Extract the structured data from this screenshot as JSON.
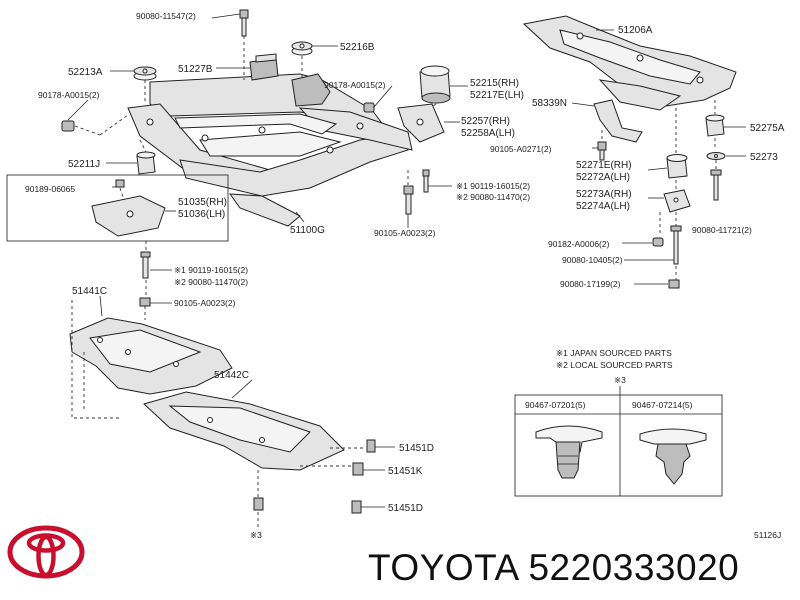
{
  "brand": {
    "name": "TOYOTA",
    "part_number": "5220333020"
  },
  "diagram_code": "51126J",
  "labels": {
    "l90080_11547": "90080-11547(2)",
    "l52216B": "52216B",
    "l52213A": "52213A",
    "l51227B": "51227B",
    "l90178_left": "90178-A0015(2)",
    "l90178_right": "90178-A0015(2)",
    "l52215": "52215(RH)",
    "l52217E": "52217E(LH)",
    "l52257": "52257(RH)",
    "l52258A": "52258A(LH)",
    "l52211J": "52211J",
    "l90189": "90189-06065",
    "l51035": "51035(RH)",
    "l51036": "51036(LH)",
    "l51100G": "51100G",
    "l90105_mid": "90105-A0023(2)",
    "l90119_mid": "※1 90119-16015(2)",
    "l90080_11470_mid": "※2 90080-11470(2)",
    "l90119_low": "※1 90119-16015(2)",
    "l90080_11470_low": "※2 90080-11470(2)",
    "l90105_low": "90105-A0023(2)",
    "l51441C": "51441C",
    "l51442C": "51442C",
    "l51451D_a": "51451D",
    "l51451K": "51451K",
    "l51451D_b": "51451D",
    "l_note3_left": "※3",
    "l51206A": "51206A",
    "l58339N": "58339N",
    "l52275A": "52275A",
    "l90105_A0271": "90105-A0271(2)",
    "l52273": "52273",
    "l52271E": "52271E(RH)",
    "l52272A": "52272A(LH)",
    "l52273A": "52273A(RH)",
    "l52274A": "52274A(LH)",
    "l90080_11721": "90080-11721(2)",
    "l90182": "90182-A0006(2)",
    "l90080_10405": "90080-10405(2)",
    "l90080_17199": "90080-17199(2)"
  },
  "legend": {
    "note1": "※1 JAPAN SOURCED PARTS",
    "note2": "※2 LOCAL SOURCED PARTS",
    "note3": "※3",
    "clip1": "90467-07201(5)",
    "clip2": "90467-07214(5)"
  }
}
